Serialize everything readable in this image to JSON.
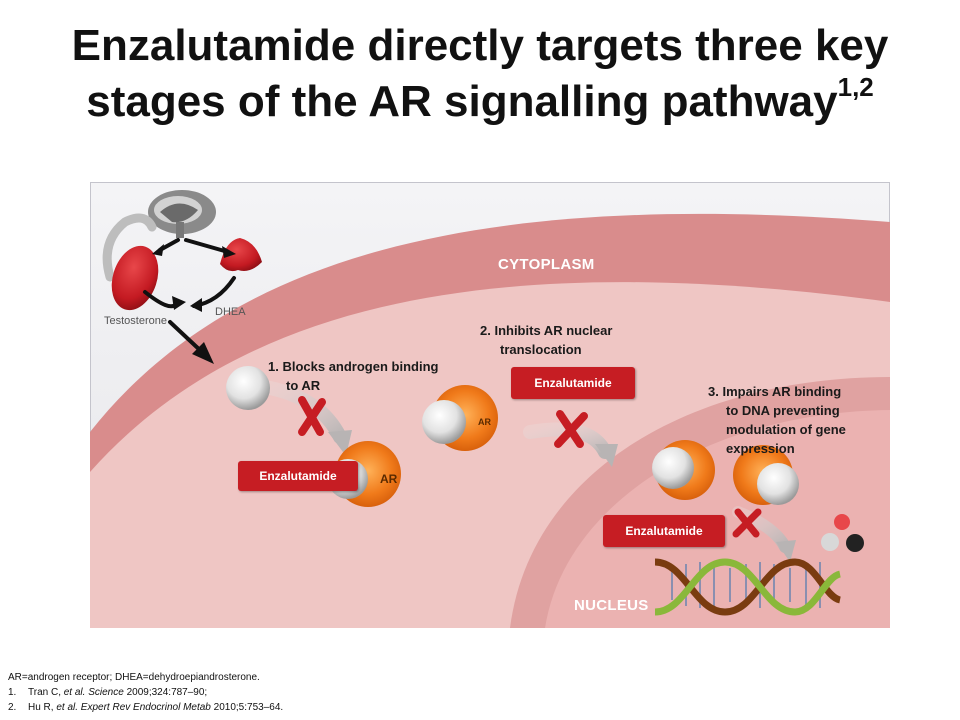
{
  "title": {
    "line1": "Enzalutamide directly targets three key",
    "line2": "stages of the AR signalling pathway",
    "superscript": "1,2"
  },
  "diagram": {
    "regions": {
      "cytoplasm": "CYTOPLASM",
      "nucleus": "NUCLEUS"
    },
    "sources": {
      "testosterone": "Testosterone",
      "dhea": "DHEA"
    },
    "steps": {
      "step1_line1": "1. Blocks androgen binding",
      "step1_line2": "to AR",
      "step2_line1": "2. Inhibits AR nuclear",
      "step2_line2": "translocation",
      "step3_line1": "3.  Impairs AR binding",
      "step3_line2": "to DNA preventing",
      "step3_line3": "modulation of gene",
      "step3_line4": "expression"
    },
    "drug_label": "Enzalutamide",
    "receptor_label": "AR",
    "colors": {
      "cell_fill": "#d98c8c",
      "cytoplasm_fill": "#efc6c4",
      "nucleus_fill": "#e8a9a8",
      "drug": "#c61d23",
      "receptor": "#f07a1a"
    }
  },
  "footnotes": {
    "abbreviations": "AR=androgen receptor; DHEA=dehydroepiandrosterone.",
    "ref1_num": "1.",
    "ref1_authors": "Tran C, ",
    "ref1_etal": "et al. Science",
    "ref1_rest": " 2009;324:787–90;",
    "ref2_num": "2.",
    "ref2_authors": "Hu R, ",
    "ref2_etal": "et al. Expert Rev Endocrinol Metab",
    "ref2_rest": " 2010;5:753–64."
  }
}
